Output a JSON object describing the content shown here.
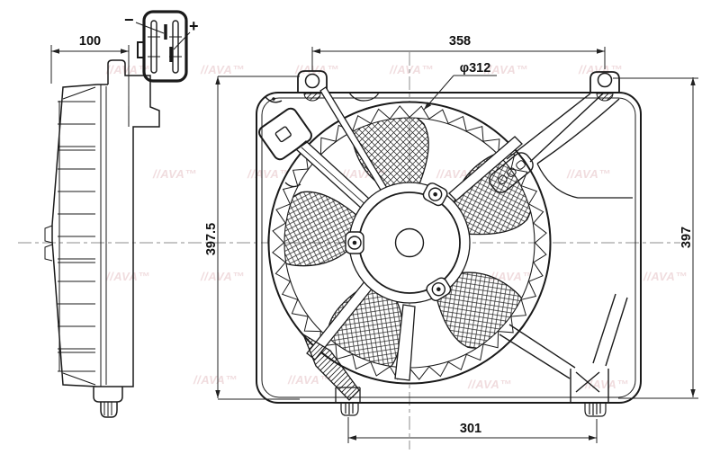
{
  "title": "Radiator cooling fan assembly technical drawing",
  "views": {
    "side_view": {
      "width_dim": "100"
    },
    "front_view": {
      "top_width_dim": "358",
      "fan_diameter_dim": "φ312",
      "left_height_dim": "397.5",
      "right_height_dim": "397",
      "bottom_width_dim": "301"
    }
  },
  "connector": {
    "minus_label": "−",
    "plus_label": "+"
  },
  "watermark": {
    "text": "//AVA™",
    "color": "#c97f88"
  },
  "colors": {
    "line": "#1a1a1a",
    "centerline": "#8c8c8c",
    "dimension_text": "#111111",
    "background": "#ffffff"
  }
}
